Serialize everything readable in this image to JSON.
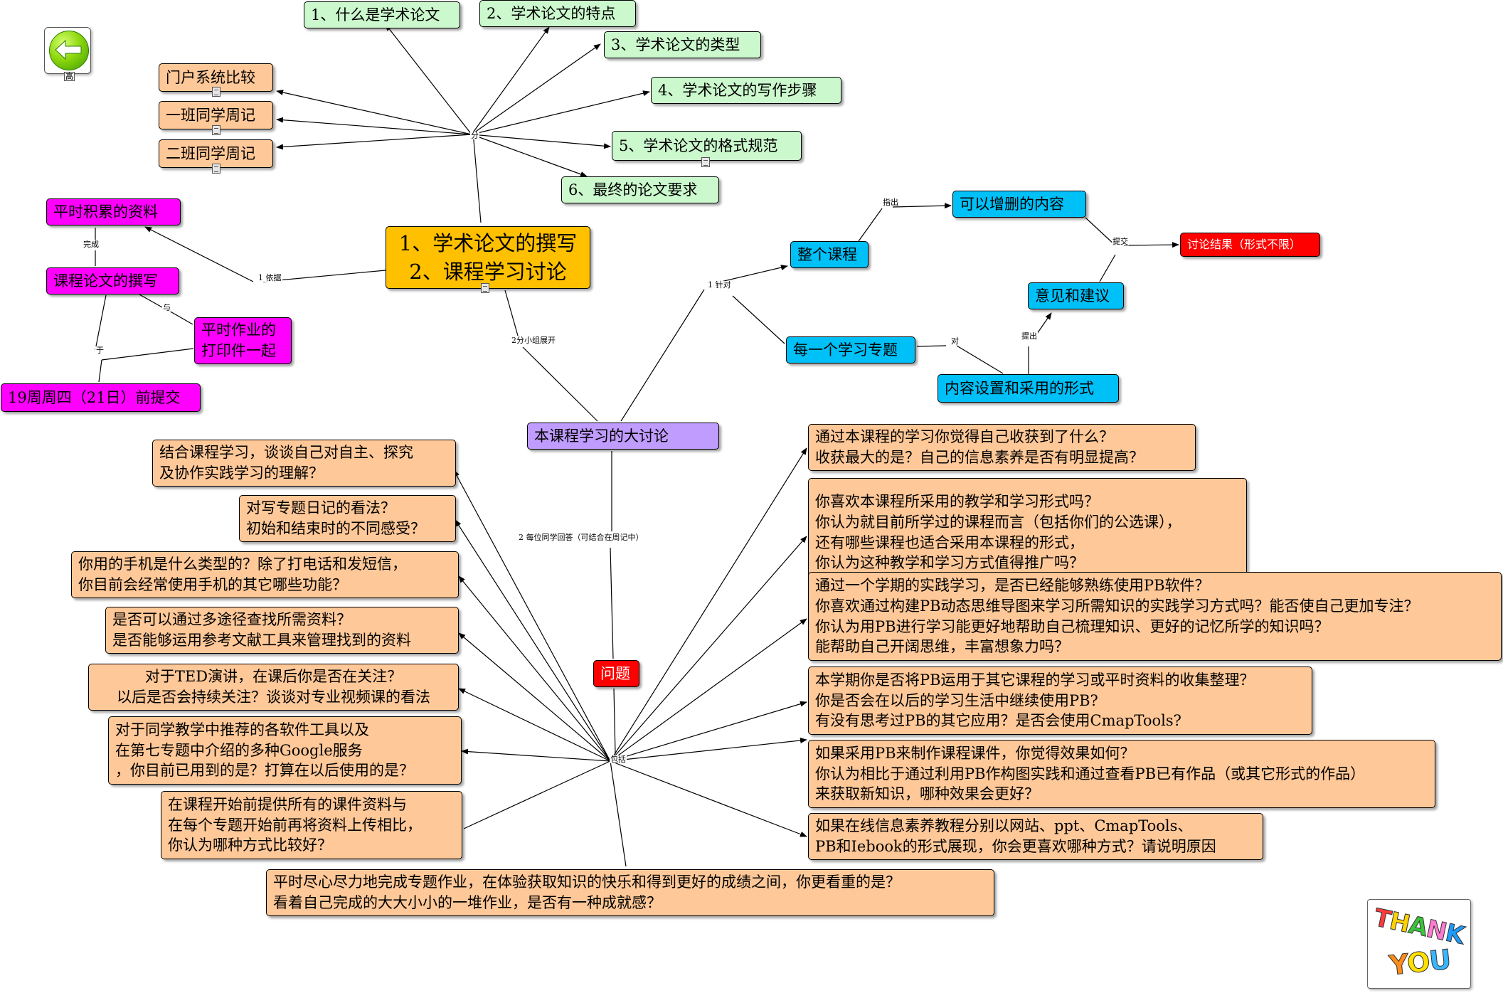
{
  "colors": {
    "peach": "#ffc898",
    "green": "#cbf8cd",
    "magenta": "#ff00ff",
    "cyan": "#00c0f8",
    "red": "#ff0000",
    "lavender": "#c09cff",
    "gold": "#ffc000",
    "edge": "#000000"
  },
  "nav": {
    "back_icon": "arrow-left-icon",
    "back_sublabel": "高"
  },
  "decoration": {
    "thank_you_top": "THANK",
    "thank_you_bottom": "YOU"
  },
  "nodes": [
    {
      "id": "center",
      "style": "gold",
      "center": true,
      "lines": [
        "1、学术论文的撰写",
        "2、课程学习讨论"
      ]
    },
    {
      "id": "t1",
      "style": "green",
      "lines": [
        "1、什么是学术论文"
      ]
    },
    {
      "id": "t2",
      "style": "green",
      "lines": [
        "2、学术论文的特点"
      ]
    },
    {
      "id": "t3",
      "style": "green",
      "lines": [
        "3、学术论文的类型"
      ]
    },
    {
      "id": "t4",
      "style": "green",
      "lines": [
        "4、学术论文的写作步骤"
      ]
    },
    {
      "id": "t5",
      "style": "green",
      "lines": [
        "5、学术论文的格式规范"
      ]
    },
    {
      "id": "t6",
      "style": "green",
      "lines": [
        "6、最终的论文要求"
      ]
    },
    {
      "id": "p1",
      "style": "peach",
      "lines": [
        "门户系统比较"
      ]
    },
    {
      "id": "p2",
      "style": "peach",
      "lines": [
        "一班同学周记"
      ]
    },
    {
      "id": "p3",
      "style": "peach",
      "lines": [
        "二班同学周记"
      ]
    },
    {
      "id": "m1",
      "style": "magenta",
      "lines": [
        "平时积累的资料"
      ]
    },
    {
      "id": "m2",
      "style": "magenta",
      "lines": [
        "课程论文的撰写"
      ]
    },
    {
      "id": "m3",
      "style": "magenta",
      "lines": [
        "平时作业的",
        "打印件一起"
      ]
    },
    {
      "id": "m4",
      "style": "magenta",
      "lines": [
        "19周周四（21日）前提交"
      ]
    },
    {
      "id": "c1",
      "style": "cyan",
      "lines": [
        "整个课程"
      ]
    },
    {
      "id": "c2",
      "style": "cyan",
      "lines": [
        "可以增删的内容"
      ]
    },
    {
      "id": "r1",
      "style": "red",
      "small": true,
      "lines": [
        "讨论结果（形式不限）"
      ]
    },
    {
      "id": "c3",
      "style": "cyan",
      "lines": [
        "意见和建议"
      ]
    },
    {
      "id": "c4",
      "style": "cyan",
      "lines": [
        "每一个学习专题"
      ]
    },
    {
      "id": "c5",
      "style": "cyan",
      "lines": [
        "内容设置和采用的形式"
      ]
    },
    {
      "id": "disc",
      "style": "lavender",
      "lines": [
        "本课程学习的大讨论"
      ]
    },
    {
      "id": "wenti",
      "style": "red",
      "lines": [
        "问题"
      ]
    },
    {
      "id": "qL1",
      "style": "peach",
      "lines": [
        "结合课程学习，谈谈自己对自主、探究",
        "及协作实践学习的理解？"
      ]
    },
    {
      "id": "qL2",
      "style": "peach",
      "lines": [
        "对写专题日记的看法？",
        "初始和结束时的不同感受？"
      ]
    },
    {
      "id": "qL3",
      "style": "peach",
      "lines": [
        "你用的手机是什么类型的？除了打电话和发短信，",
        "你目前会经常使用手机的其它哪些功能？"
      ]
    },
    {
      "id": "qL4",
      "style": "peach",
      "lines": [
        "是否可以通过多途径查找所需资料？",
        "是否能够运用参考文献工具来管理找到的资料"
      ]
    },
    {
      "id": "qL5",
      "style": "peach",
      "center": true,
      "lines": [
        "对于TED演讲，在课后你是否在关注？",
        "以后是否会持续关注？谈谈对专业视频课的看法"
      ]
    },
    {
      "id": "qL6",
      "style": "peach",
      "lines": [
        "对于同学教学中推荐的各软件工具以及",
        "在第七专题中介绍的多种Google服务",
        "，你目前已用到的是？打算在以后使用的是？"
      ]
    },
    {
      "id": "qL7",
      "style": "peach",
      "lines": [
        "在课程开始前提供所有的课件资料与",
        "在每个专题开始前再将资料上传相比，",
        "你认为哪种方式比较好？"
      ]
    },
    {
      "id": "qB",
      "style": "peach",
      "lines": [
        "平时尽心尽力地完成专题作业，在体验获取知识的快乐和得到更好的成绩之间，你更看重的是？",
        "看着自己完成的大大小小的一堆作业，是否有一种成就感？"
      ]
    },
    {
      "id": "qR1",
      "style": "peach",
      "lines": [
        "通过本课程的学习你觉得自己收获到了什么？",
        "收获最大的是？自己的信息素养是否有明显提高？"
      ]
    },
    {
      "id": "qR2",
      "style": "peach",
      "lines": [
        "你喜欢本课程所采用的教学和学习形式吗？",
        "你认为就目前所学过的课程而言（包括你们的公选课），",
        "还有哪些课程也适合采用本课程的形式，",
        "你认为这种教学和学习方式值得推广吗？"
      ]
    },
    {
      "id": "qR3",
      "style": "peach",
      "lines": [
        "通过一个学期的实践学习，是否已经能够熟练使用PB软件？",
        "你喜欢通过构建PB动态思维导图来学习所需知识的实践学习方式吗？能否使自己更加专注？",
        "你认为用PB进行学习能更好地帮助自己梳理知识、更好的记忆所学的知识吗？",
        "能帮助自己开阔思维，丰富想象力吗？"
      ]
    },
    {
      "id": "qR4",
      "style": "peach",
      "lines": [
        "本学期你是否将PB运用于其它课程的学习或平时资料的收集整理？",
        "你是否会在以后的学习生活中继续使用PB?",
        "有没有思考过PB的其它应用？是否会使用CmapTools?"
      ]
    },
    {
      "id": "qR5",
      "style": "peach",
      "lines": [
        "如果采用PB来制作课程课件，你觉得效果如何？",
        "你认为相比于通过利用PB作构图实践和通过查看PB已有作品（或其它形式的作品）",
        "来获取新知识，哪种效果会更好？"
      ]
    },
    {
      "id": "qR6",
      "style": "peach",
      "lines": [
        "如果在线信息素养教程分别以网站、ppt、CmapTools、",
        "PB和Iebook的形式展现，你会更喜欢哪种方式？请说明原因"
      ]
    }
  ],
  "edge_labels": [
    {
      "id": "fen",
      "text": "分"
    },
    {
      "id": "yiju",
      "text": "1 依据"
    },
    {
      "id": "wancheng",
      "text": "完成"
    },
    {
      "id": "yu",
      "text": "与"
    },
    {
      "id": "yu2",
      "text": "于"
    },
    {
      "id": "zhidui",
      "text": "1 针对"
    },
    {
      "id": "zhichu",
      "text": "指出"
    },
    {
      "id": "tijiao",
      "text": "提交"
    },
    {
      "id": "tichu",
      "text": "提出"
    },
    {
      "id": "dui",
      "text": "对"
    },
    {
      "id": "zhankai",
      "text": "2分小组展开"
    },
    {
      "id": "huida",
      "text": "2 每位同学回答（可结合在周记中）"
    },
    {
      "id": "baokuo",
      "text": "包括"
    }
  ]
}
